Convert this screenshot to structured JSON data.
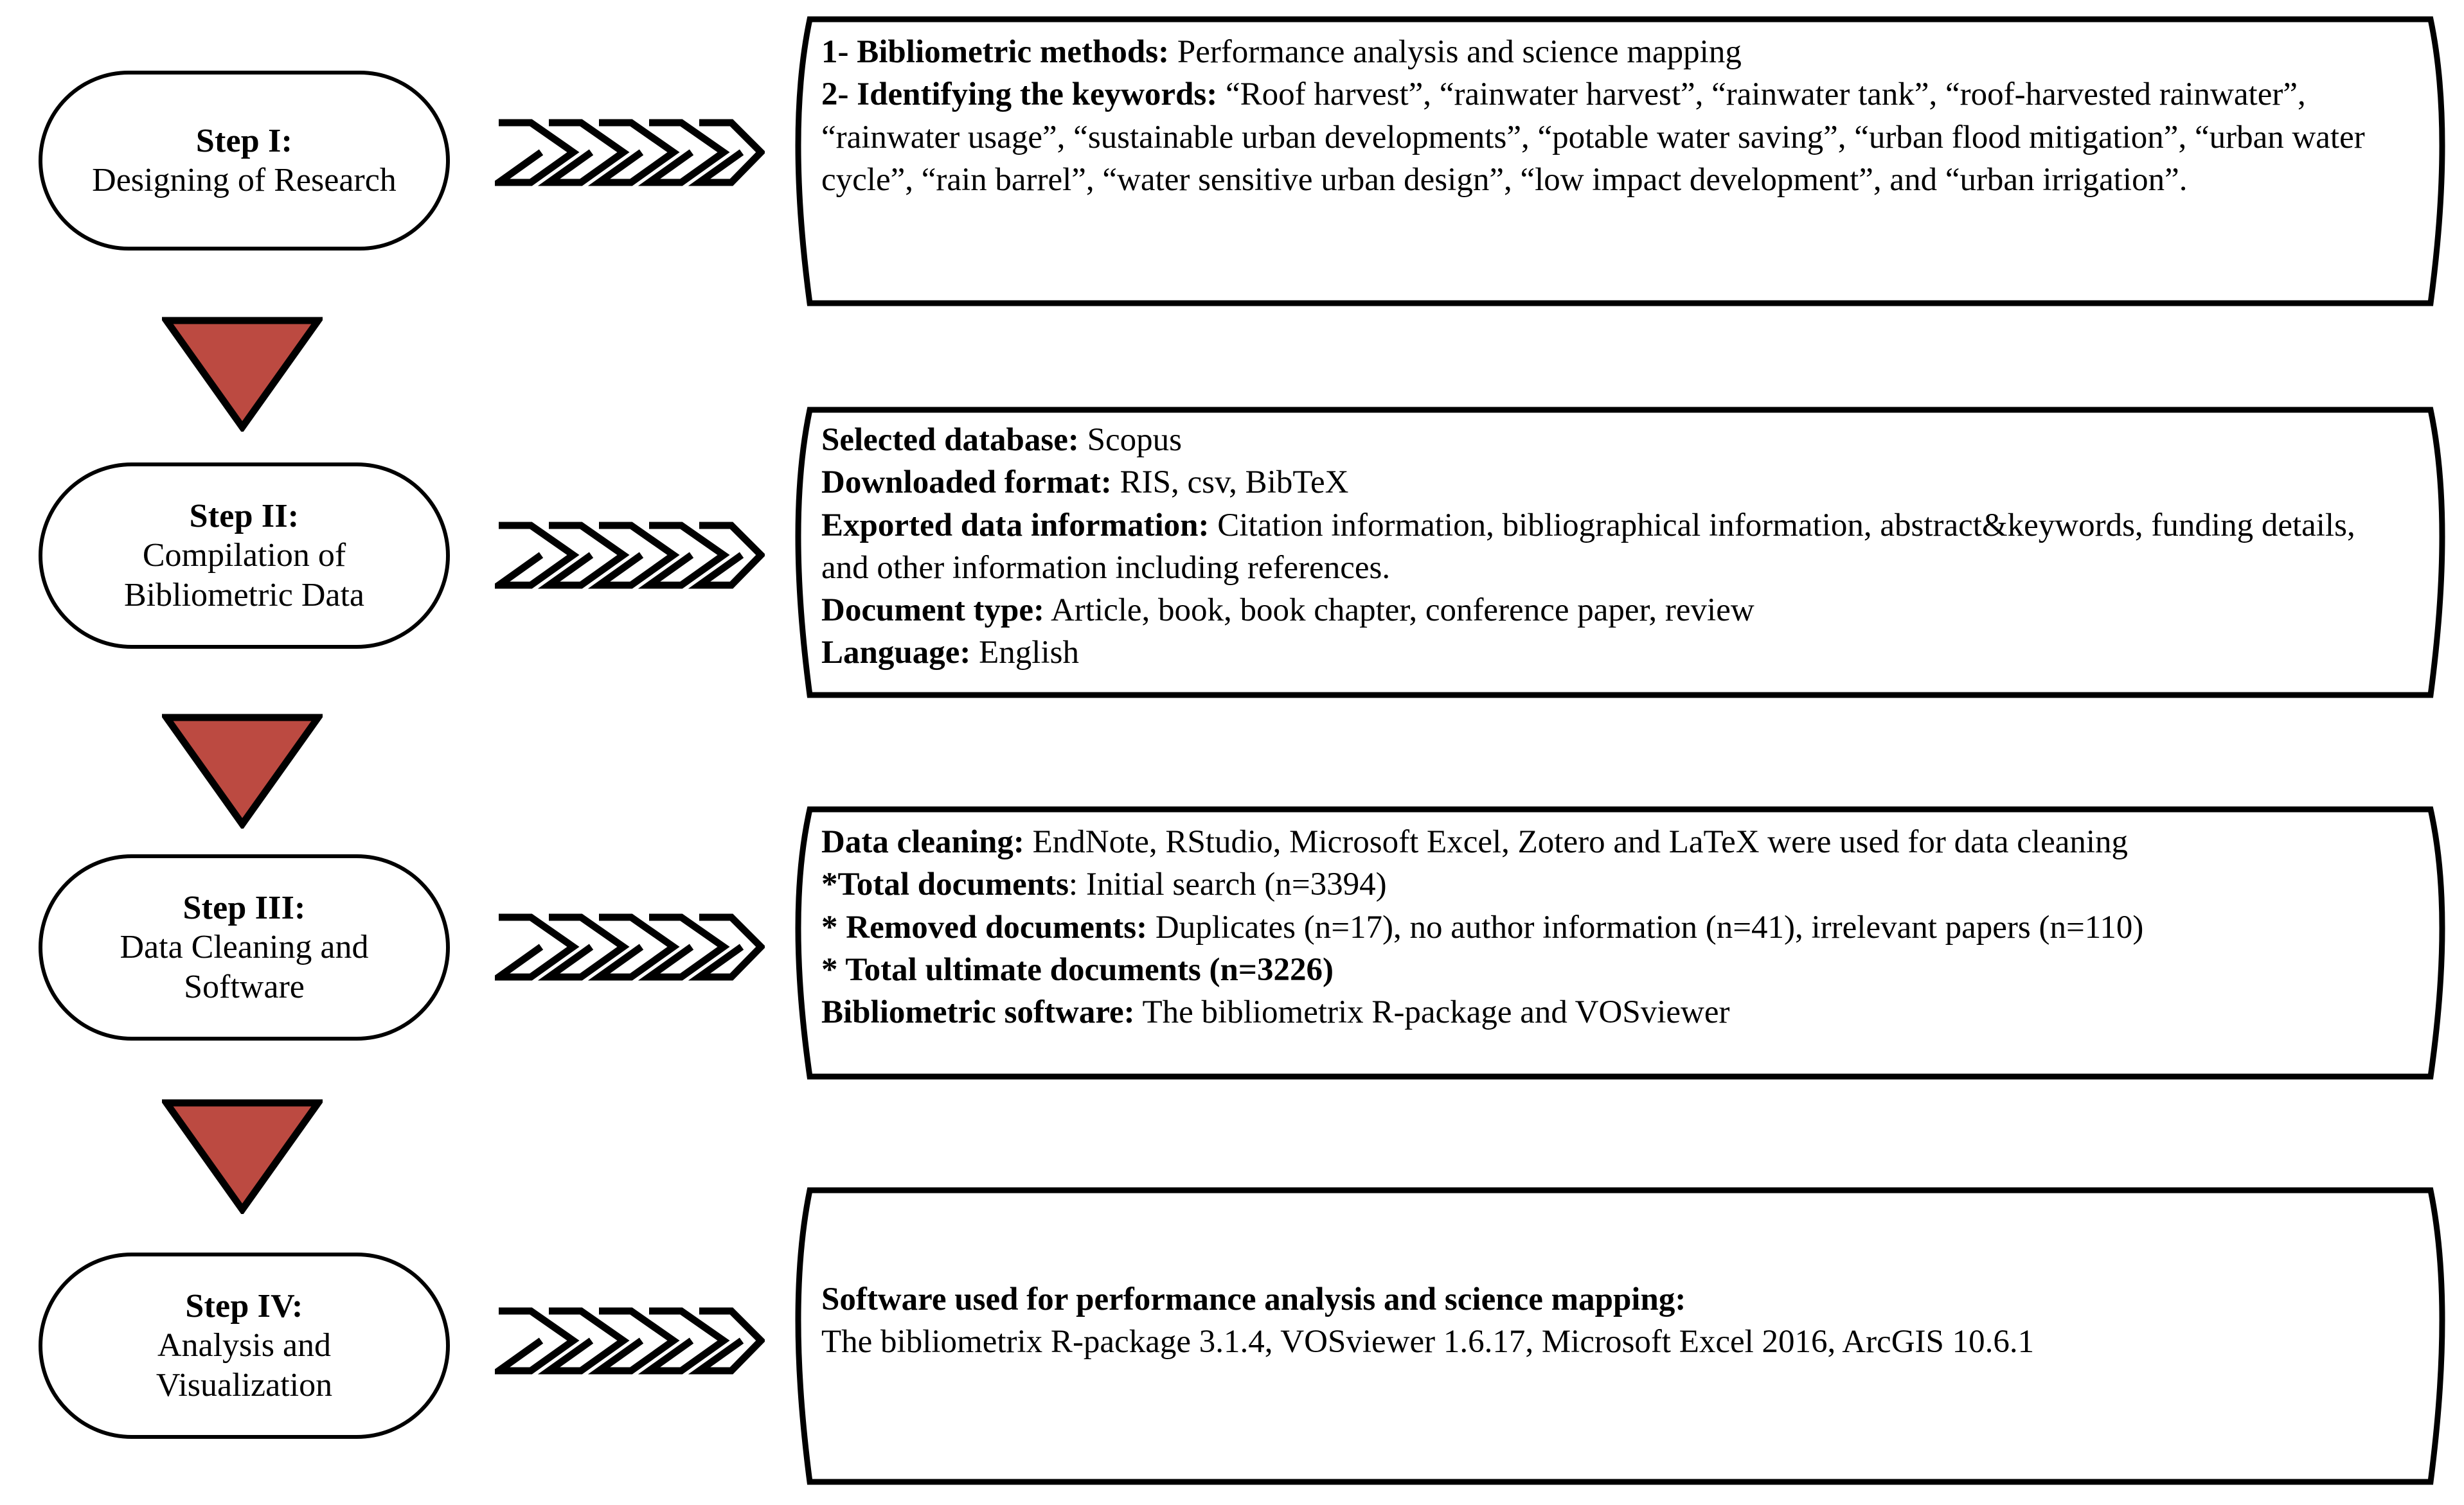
{
  "diagram": {
    "title": "Bibliometric research methodology flowchart",
    "accent_color": "#BC4A41",
    "line_color": "#000000",
    "background_color": "#FFFFFF",
    "connector_icon": "chevron-right-icon",
    "down_arrow_icon": "triangle-down-icon",
    "chevron_count": 5
  },
  "steps": [
    {
      "id": "step-1",
      "title": "Step I:",
      "desc_lines": [
        "Designing of Research"
      ],
      "content": [
        {
          "label": "1- Bibliometric methods:",
          "text": " Performance analysis and science mapping"
        },
        {
          "label": "2- Identifying the keywords:",
          "text": " “Roof harvest”, “rainwater harvest”, “rainwater tank”, “roof-harvested rainwater”, “rainwater usage”, “sustainable urban developments”, “potable water saving”, “urban flood mitigation”, “urban water cycle”, “rain barrel”, “water sensitive urban design”, “low impact development”, and  “urban irrigation”."
        }
      ]
    },
    {
      "id": "step-2",
      "title": "Step II:",
      "desc_lines": [
        "Compilation of",
        "Bibliometric Data"
      ],
      "content": [
        {
          "label": "Selected database:",
          "text": " Scopus"
        },
        {
          "label": "Downloaded format:",
          "text": " RIS, csv, BibTeX"
        },
        {
          "label": "Exported data information:",
          "text": " Citation information, bibliographical information, abstract&keywords, funding details, and other information including references."
        },
        {
          "label": "Document type:",
          "text": " Article, book, book chapter, conference paper, review"
        },
        {
          "label": "Language:",
          "text": " English"
        }
      ]
    },
    {
      "id": "step-3",
      "title": "Step III:",
      "desc_lines": [
        "Data Cleaning and",
        "Software"
      ],
      "content": [
        {
          "label": "Data cleaning:",
          "text": " EndNote, RStudio, Microsoft Excel, Zotero and LaTeX were used for data cleaning"
        },
        {
          "label": "*Total documents",
          "text": ": Initial search (n=3394)"
        },
        {
          "label": "* Removed documents:",
          "text": " Duplicates (n=17), no author information (n=41), irrelevant papers (n=110)"
        },
        {
          "label": "* Total ultimate documents (n=3226)",
          "text": ""
        },
        {
          "label": "Bibliometric software:",
          "text": " The bibliometrix R-package and VOSviewer"
        }
      ]
    },
    {
      "id": "step-4",
      "title": "Step IV:",
      "desc_lines": [
        "Analysis and",
        "Visualization"
      ],
      "content": [
        {
          "label": "Software used for performance analysis and science mapping:",
          "text": ""
        },
        {
          "label": "",
          "text": "The bibliometrix R-package 3.1.4, VOSviewer 1.6.17, Microsoft Excel 2016, ArcGIS 10.6.1"
        }
      ]
    }
  ]
}
